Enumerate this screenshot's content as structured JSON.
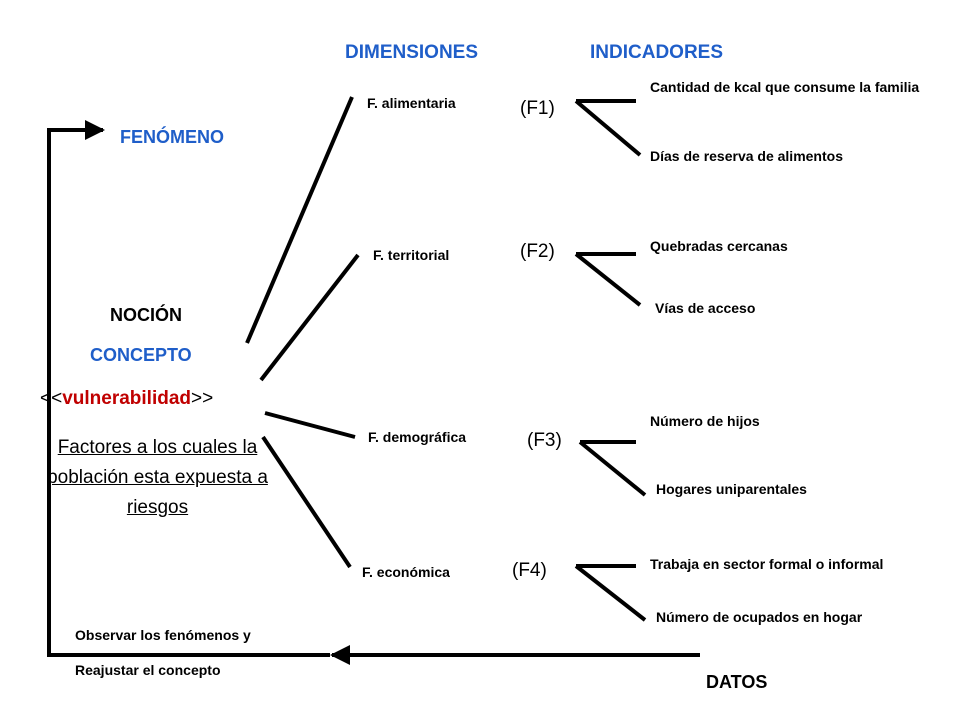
{
  "headers": {
    "dimensiones": "DIMENSIONES",
    "indicadores": "INDICADORES"
  },
  "left": {
    "fenomeno": "FENÓMENO",
    "nocion": "NOCIÓN",
    "concepto": "CONCEPTO",
    "vuln_open": "<<",
    "vuln_word": "vulnerabilidad",
    "vuln_close": ">>",
    "definition": "Factores a los cuales la población esta expuesta a riesgos"
  },
  "dimensions": [
    {
      "label": "F. alimentaria",
      "code": "(F1)",
      "indicators": [
        "Cantidad de kcal que consume la familia",
        "Días de reserva de alimentos"
      ]
    },
    {
      "label": "F. territorial",
      "code": "(F2)",
      "indicators": [
        "Quebradas cercanas",
        "Vías de acceso"
      ]
    },
    {
      "label": "F. demográfica",
      "code": "(F3)",
      "indicators": [
        "Número de hijos",
        "Hogares uniparentales"
      ]
    },
    {
      "label": "F. económica",
      "code": "(F4)",
      "indicators": [
        "Trabaja en sector formal o informal",
        "Número de ocupados en hogar"
      ]
    }
  ],
  "bottom": {
    "observe": "Observar los fenómenos y",
    "readjust": "Reajustar el concepto",
    "datos": "DATOS"
  },
  "colors": {
    "accent": "#1f5ec9",
    "highlight": "#c00000",
    "line": "#000000"
  }
}
